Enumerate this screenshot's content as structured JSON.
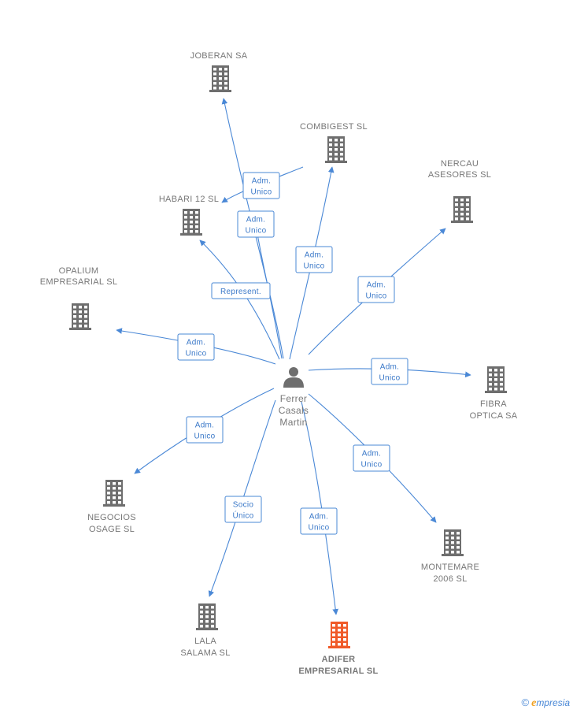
{
  "center": {
    "name_lines": [
      "Ferrer",
      "Casals",
      "Martin"
    ]
  },
  "companies": [
    {
      "id": "joberan",
      "lines": [
        "JOBERAN SA"
      ],
      "highlight": false
    },
    {
      "id": "combigest",
      "lines": [
        "COMBIGEST SL"
      ],
      "highlight": false
    },
    {
      "id": "habari",
      "lines": [
        "HABARI 12 SL"
      ],
      "highlight": false
    },
    {
      "id": "nercau",
      "lines": [
        "NERCAU",
        "ASESORES SL"
      ],
      "highlight": false
    },
    {
      "id": "opalium",
      "lines": [
        "OPALIUM",
        "EMPRESARIAL SL"
      ],
      "highlight": false
    },
    {
      "id": "fibra",
      "lines": [
        "FIBRA",
        "OPTICA SA"
      ],
      "highlight": false
    },
    {
      "id": "negocios",
      "lines": [
        "NEGOCIOS",
        "OSAGE SL"
      ],
      "highlight": false
    },
    {
      "id": "montemare",
      "lines": [
        "MONTEMARE",
        "2006 SL"
      ],
      "highlight": false
    },
    {
      "id": "lala",
      "lines": [
        "LALA",
        "SALAMA SL"
      ],
      "highlight": false
    },
    {
      "id": "adifer",
      "lines": [
        "ADIFER",
        "EMPRESARIAL SL"
      ],
      "highlight": true
    }
  ],
  "relations": [
    {
      "target": "joberan",
      "lines": [
        "Adm.",
        "Unico"
      ]
    },
    {
      "target": "habari",
      "lines": [
        "Adm.",
        "Unico"
      ]
    },
    {
      "target": "habari",
      "lines": [
        "Represent."
      ]
    },
    {
      "target": "combigest",
      "lines": [
        "Adm.",
        "Unico"
      ]
    },
    {
      "target": "nercau",
      "lines": [
        "Adm.",
        "Unico"
      ]
    },
    {
      "target": "opalium",
      "lines": [
        "Adm.",
        "Unico"
      ]
    },
    {
      "target": "fibra",
      "lines": [
        "Adm.",
        "Unico"
      ]
    },
    {
      "target": "negocios",
      "lines": [
        "Adm.",
        "Unico"
      ]
    },
    {
      "target": "montemare",
      "lines": [
        "Adm.",
        "Unico"
      ]
    },
    {
      "target": "lala",
      "lines": [
        "Socio",
        "Único"
      ]
    },
    {
      "target": "adifer",
      "lines": [
        "Adm.",
        "Unico"
      ]
    }
  ],
  "colors": {
    "edge": "#4a88d6",
    "building": "#6e6e6e",
    "highlight_building": "#f05a28",
    "label_text": "#777777"
  },
  "icons": {
    "company": "building-icon",
    "person": "person-icon",
    "copyright": "copyright-icon"
  },
  "brand": {
    "copyright": "©",
    "initial": "e",
    "rest": "mpresia"
  }
}
